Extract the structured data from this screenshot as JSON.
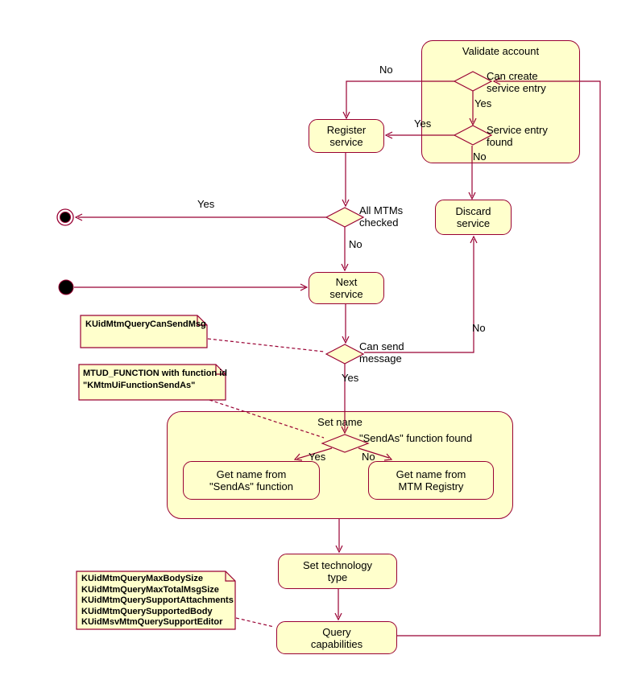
{
  "colors": {
    "line": "#990033",
    "node_fill": "#FFFFCC",
    "text": "#000000",
    "background": "#FFFFFF"
  },
  "containers": {
    "validate": {
      "title": "Validate account"
    },
    "set_name": {
      "title": "Set name"
    }
  },
  "nodes": {
    "register": "Register\nservice",
    "discard": "Discard\nservice",
    "next": "Next\nservice",
    "get_sendas": "Get name from\n\"SendAs\" function",
    "get_registry": "Get name from\nMTM Registry",
    "set_tech": "Set technology\ntype",
    "query_caps": "Query\ncapabilities"
  },
  "decisions": {
    "can_create": "Can create\nservice entry",
    "service_found": "Service entry\nfound",
    "all_mtms": "All MTMs\nchecked",
    "can_send": "Can send\nmessage",
    "sendas_found": "\"SendAs\" function found"
  },
  "edge_labels": {
    "no_top": "No",
    "yes_create": "Yes",
    "yes_found": "Yes",
    "no_found": "No",
    "yes_all": "Yes",
    "no_all": "No",
    "no_send": "No",
    "yes_send": "Yes",
    "yes_name": "Yes",
    "no_name": "No"
  },
  "notes": {
    "can_send_msg": {
      "lines": [
        "KUidMtmQueryCanSendMsg"
      ]
    },
    "mtud": {
      "lines": [
        "MTUD_FUNCTION with function id",
        "\"KMtmUiFunctionSendAs\""
      ]
    },
    "capabilities": {
      "lines": [
        "KUidMtmQueryMaxBodySize",
        "KUidMtmQueryMaxTotalMsgSize",
        "KUidMtmQuerySupportAttachments",
        "KUidMtmQuerySupportedBody",
        "KUidMsvMtmQuerySupportEditor"
      ]
    }
  }
}
